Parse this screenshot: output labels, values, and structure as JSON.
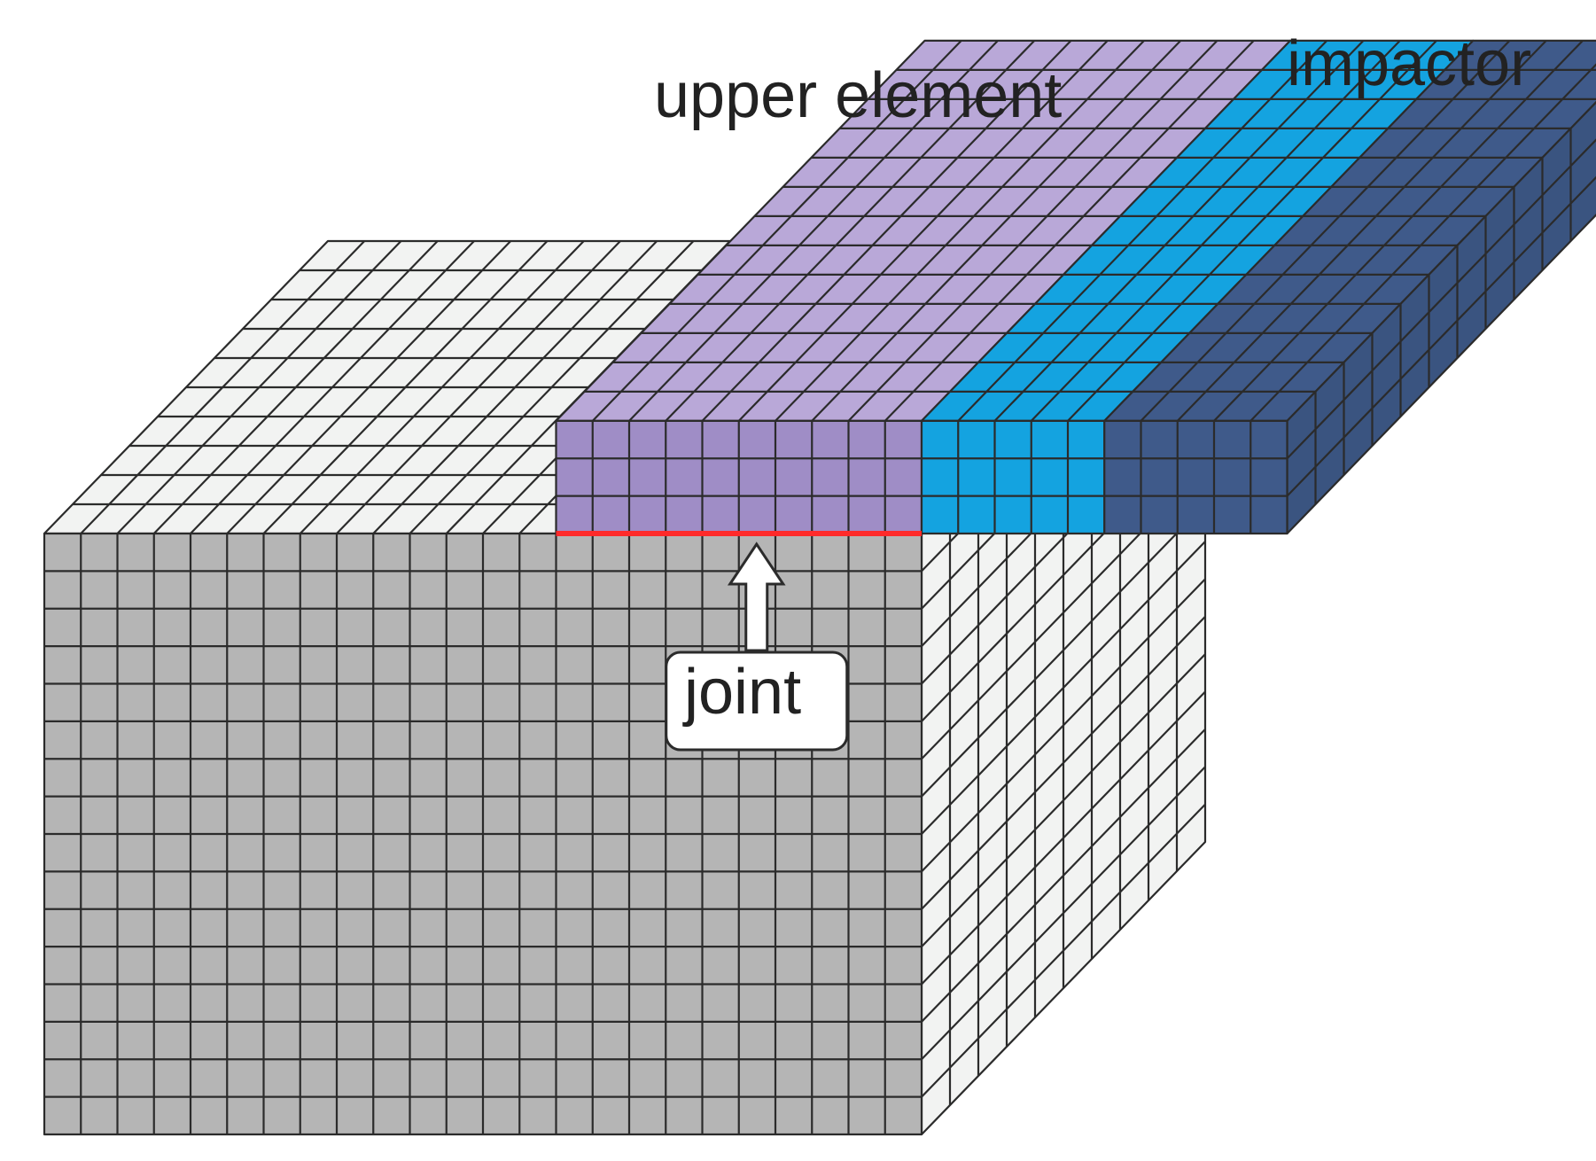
{
  "labels": {
    "upper_element": "upper element",
    "impactor": "impactor",
    "joint": "joint"
  },
  "colors": {
    "base_front": "#b5b5b5",
    "base_light": "#f2f3f2",
    "upper_top": "#b9a8d8",
    "upper_front": "#9f8dc6",
    "impactor_light": "#14a3e0",
    "impactor_dark": "#3f5a8a",
    "impactor_side": "#3a5480",
    "grid_line": "#2b2b2b",
    "joint_line": "#ff2a2a"
  },
  "mesh": {
    "base_cols": 24,
    "base_rows": 16,
    "base_depth": 10,
    "upper_cols": 10,
    "upper_rows": 3,
    "impactor_light_cols": 5,
    "impactor_dark_cols": 5
  }
}
